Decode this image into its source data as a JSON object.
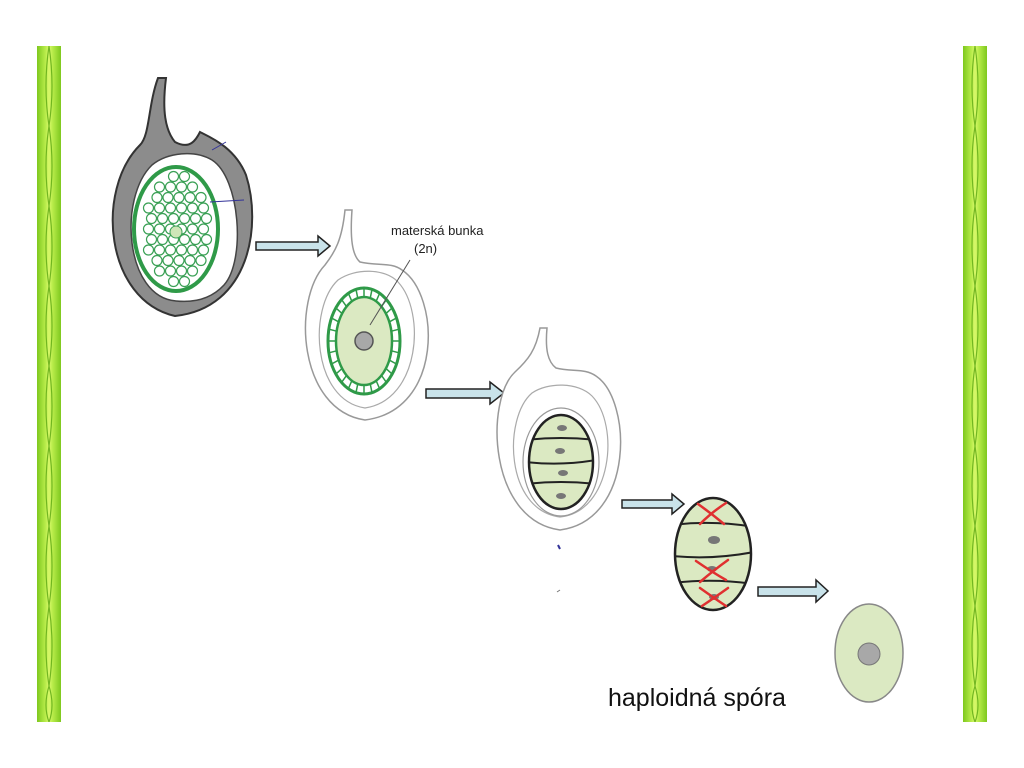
{
  "labels": {
    "mother_cell_line1": "materská bunka",
    "mother_cell_line2": "(2n)",
    "haploid_spore": "haploidná spóra"
  },
  "colors": {
    "border_green": "#8fd42a",
    "cell_fill": "#dbe9c2",
    "cell_outline_green": "#2f9a48",
    "nucleus": "#a8a8a8",
    "arrow_fill": "#c9e3ea",
    "cross_red": "#e03030",
    "ovule_gray": "#8c8c8c"
  }
}
